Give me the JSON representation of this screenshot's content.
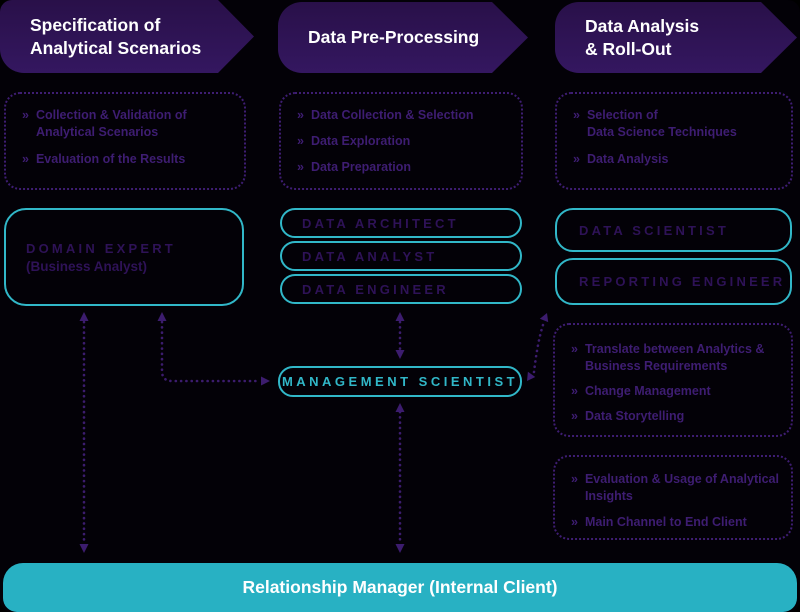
{
  "columns": [
    {
      "header": {
        "line1": "Specification of",
        "line2": "Analytical Scenarios"
      },
      "tasks": [
        "Collection & Validation of\nAnalytical Scenarios",
        "Evaluation of the Results"
      ],
      "role": {
        "name": "DOMAIN EXPERT",
        "subtitle": "(Business Analyst)"
      }
    },
    {
      "header": {
        "line1": "Data Pre-Processing"
      },
      "tasks": [
        "Data Collection & Selection",
        "Data Exploration",
        "Data Preparation"
      ],
      "roles": [
        "DATA ARCHITECT",
        "DATA ANALYST",
        "DATA ENGINEER"
      ],
      "shared_role": "MANAGEMENT SCIENTIST"
    },
    {
      "header": {
        "line1": "Data Analysis",
        "line2": "& Roll-Out"
      },
      "tasks": [
        "Selection of\nData Science Techniques",
        "Data Analysis"
      ],
      "roles": [
        "DATA SCIENTIST",
        "REPORTING ENGINEER"
      ],
      "management_tasks": [
        "Translate between Analytics &\nBusiness Requirements",
        "Change Management",
        "Data Storytelling"
      ],
      "rollout_tasks": [
        "Evaluation & Usage of Analytical\nInsights",
        "Main Channel to End Client"
      ]
    }
  ],
  "bottom_bar": {
    "label": "Relationship Manager (Internal Client)"
  },
  "ui": {
    "bullet": "»"
  },
  "colors": {
    "background": "#030107",
    "header_purple": "#2d1254",
    "teal_border": "#31b7c8",
    "bar_teal": "#28b1c3",
    "task_text_purple": "#3e1d72",
    "role_text_purple": "#2e1257",
    "connector_purple": "#3c1c6e",
    "header_text": "#ffffff"
  }
}
